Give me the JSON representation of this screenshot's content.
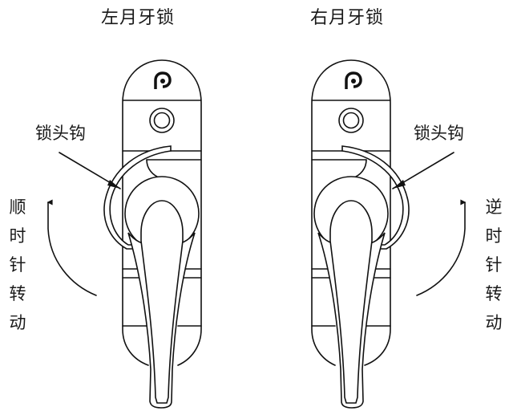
{
  "diagram": {
    "left_lock": {
      "title": "左月牙锁",
      "callout_label": "锁头钩",
      "rotation_label": [
        "顺",
        "时",
        "针",
        "转",
        "动"
      ],
      "rotation_direction": "clockwise"
    },
    "right_lock": {
      "title": "右月牙锁",
      "callout_label": "锁头钩",
      "rotation_label": [
        "逆",
        "时",
        "针",
        "转",
        "动"
      ],
      "rotation_direction": "counterclockwise"
    },
    "icons": {
      "brand_logo": "p-logo-icon",
      "screw": "screw-ring-icon",
      "arrow": "curved-arrow-icon"
    },
    "colors": {
      "line": "#111111",
      "background": "#ffffff"
    }
  }
}
